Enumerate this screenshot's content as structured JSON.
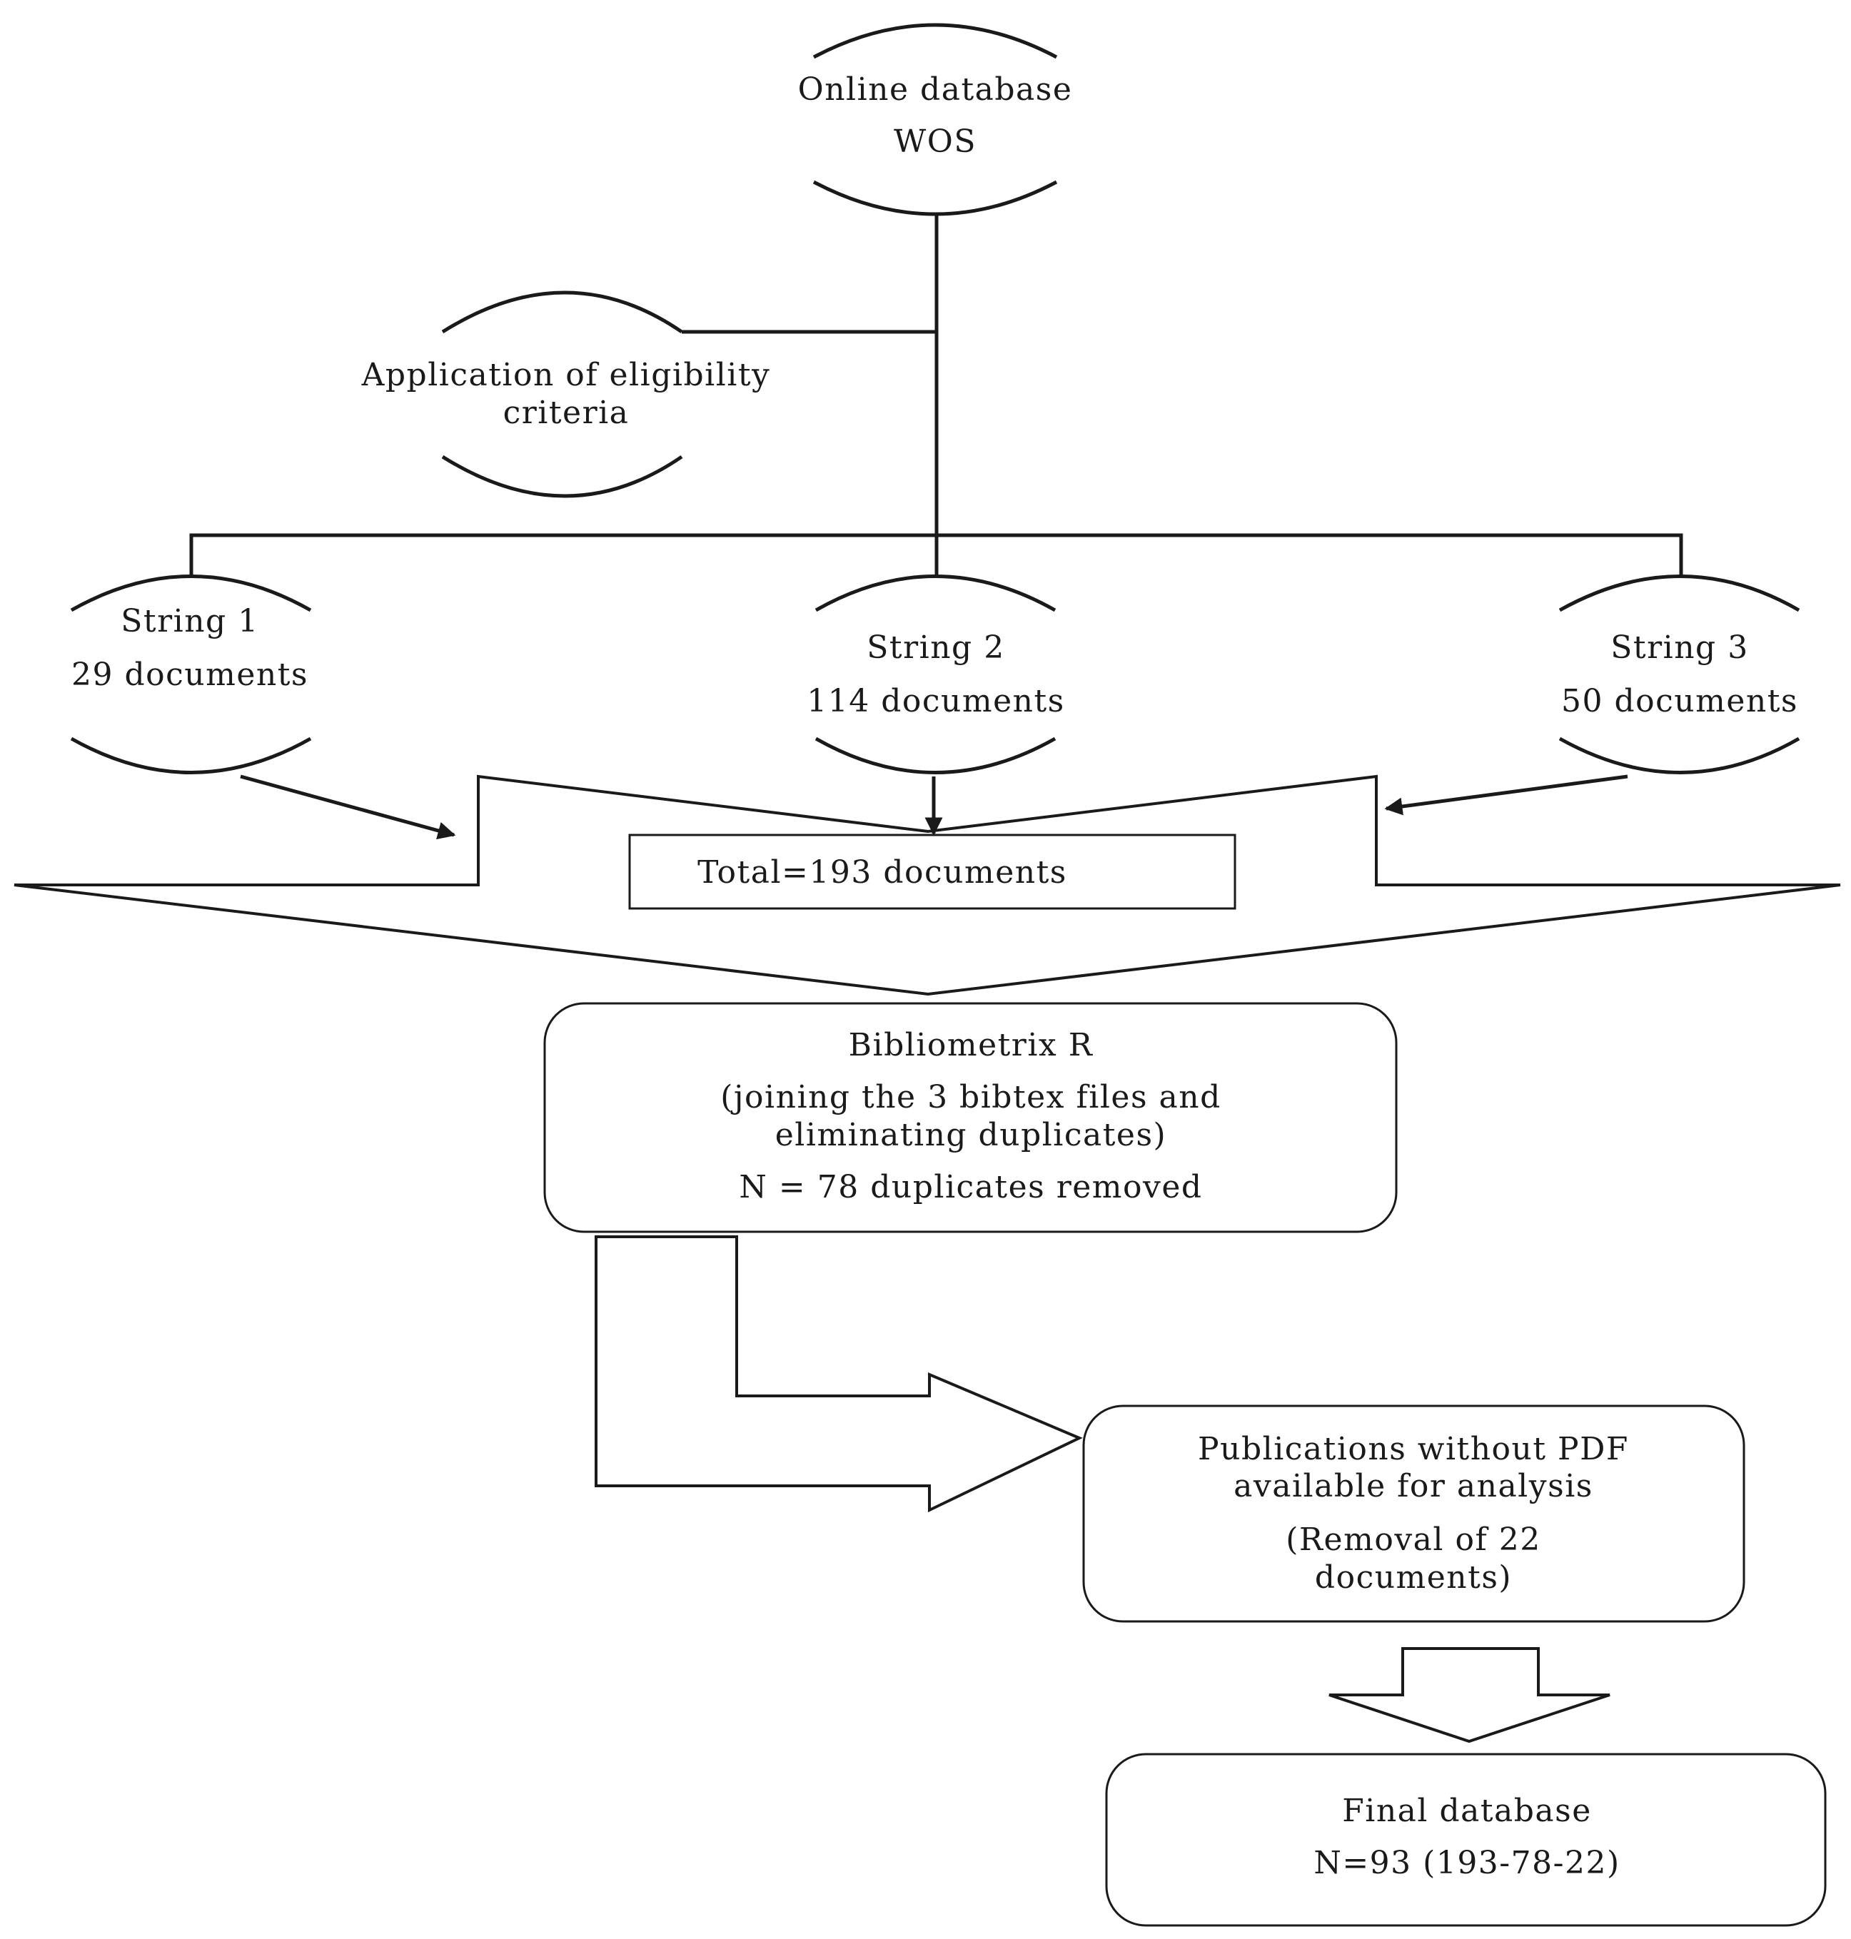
{
  "nodes": {
    "database": {
      "line1": "Online database",
      "line2": "WOS"
    },
    "eligibility": {
      "line1": "Application of eligibility",
      "line2": "criteria"
    },
    "string1": {
      "line1": "String 1",
      "line2": "29 documents"
    },
    "string2": {
      "line1": "String 2",
      "line2": "114 documents"
    },
    "string3": {
      "line1": "String 3",
      "line2": "50 documents"
    },
    "total": {
      "label": "Total=193 documents"
    },
    "bibliometrix": {
      "line1": "Bibliometrix R",
      "line2": "(joining the 3 bibtex files and",
      "line3": "eliminating duplicates)",
      "line4": "N = 78 duplicates removed"
    },
    "no_pdf": {
      "line1": "Publications without PDF",
      "line2": "available for analysis",
      "line3": "(Removal of 22",
      "line4": "documents)"
    },
    "final": {
      "line1": "Final database",
      "line2": "N=93 (193-78-22)"
    }
  }
}
